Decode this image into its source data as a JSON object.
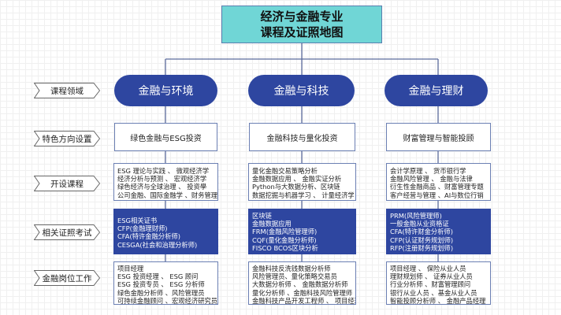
{
  "title": {
    "line1": "经济与金融专业",
    "line2": "课程及证照地图"
  },
  "colors": {
    "title_bg": "#70d6d6",
    "accent_blue": "#2e46a0"
  },
  "row_labels": [
    "课程领域",
    "特色方向设置",
    "开设课程",
    "相关证照考试",
    "金融岗位工作"
  ],
  "columns": [
    {
      "domain": "金融与环境",
      "feature": "绿色金融与ESG投资",
      "courses": [
        "ESG 理论与实践 、 微观经济学",
        "经济分析与预测 、 宏观经济学",
        "绿色经济与全球治理 、 投资學",
        "公司金融、国际金融学 、财务管理"
      ],
      "certs": [
        "ESG相关证书",
        "CFP(金融理财师)",
        "CFA(特许金融分析师)",
        "CESGA(社会和治理分析师)"
      ],
      "jobs": [
        "项目经理",
        "ESG 投资经理 、 ESG 顾问",
        "ESG 投资专员 、 ESG 分析师",
        "绿色金融分析师 、风险管理员",
        "可持续金融顾问 、宏观经济研究员"
      ]
    },
    {
      "domain": "金融与科技",
      "feature": "金融科技与量化投资",
      "courses": [
        "量化金融交易策略分析",
        "金融数据应用 、 金融实证分析",
        "Python与大数据分析、区块链",
        "数据挖掘与机器学习 、 计量经济学"
      ],
      "certs": [
        "区块链",
        "金融数据应用",
        "FRM(金融风险管理师)",
        "CQF(量化金融分析师)",
        "FISCO BCOS区块分析"
      ],
      "jobs": [
        "金融科技反洗钱数据分析师",
        "风险管理员、量化策略交易员",
        "大数据分析师 、 金融数据分析师",
        "量化分析师 、金融科技风险管理师",
        "金融科技产品开发工程师 、 项目经理"
      ]
    },
    {
      "domain": "金融与理财",
      "feature": "财富管理与智能投顾",
      "courses": [
        "会计学原理 、 货币银行学",
        "金融风险管理 、 金融与法律",
        "衍生性金融商品 、财富管理专题",
        "客户经营与管理 、AI与数位行销"
      ],
      "certs": [
        "PRM(风险管理师)",
        "一般金融从业资格证",
        "CFA(特许财金分析师)",
        "CFP(认证财务规划师)",
        "RFP(注册财务规划师)"
      ],
      "jobs": [
        "项目经理 、 保险从业人员",
        "理财规划师 、 证券从业人员",
        "行业分析师 、财富管理顾问",
        "银行从业人员 、基金从业人员",
        "智能投顾分析师 、 金融产品经理"
      ]
    }
  ]
}
